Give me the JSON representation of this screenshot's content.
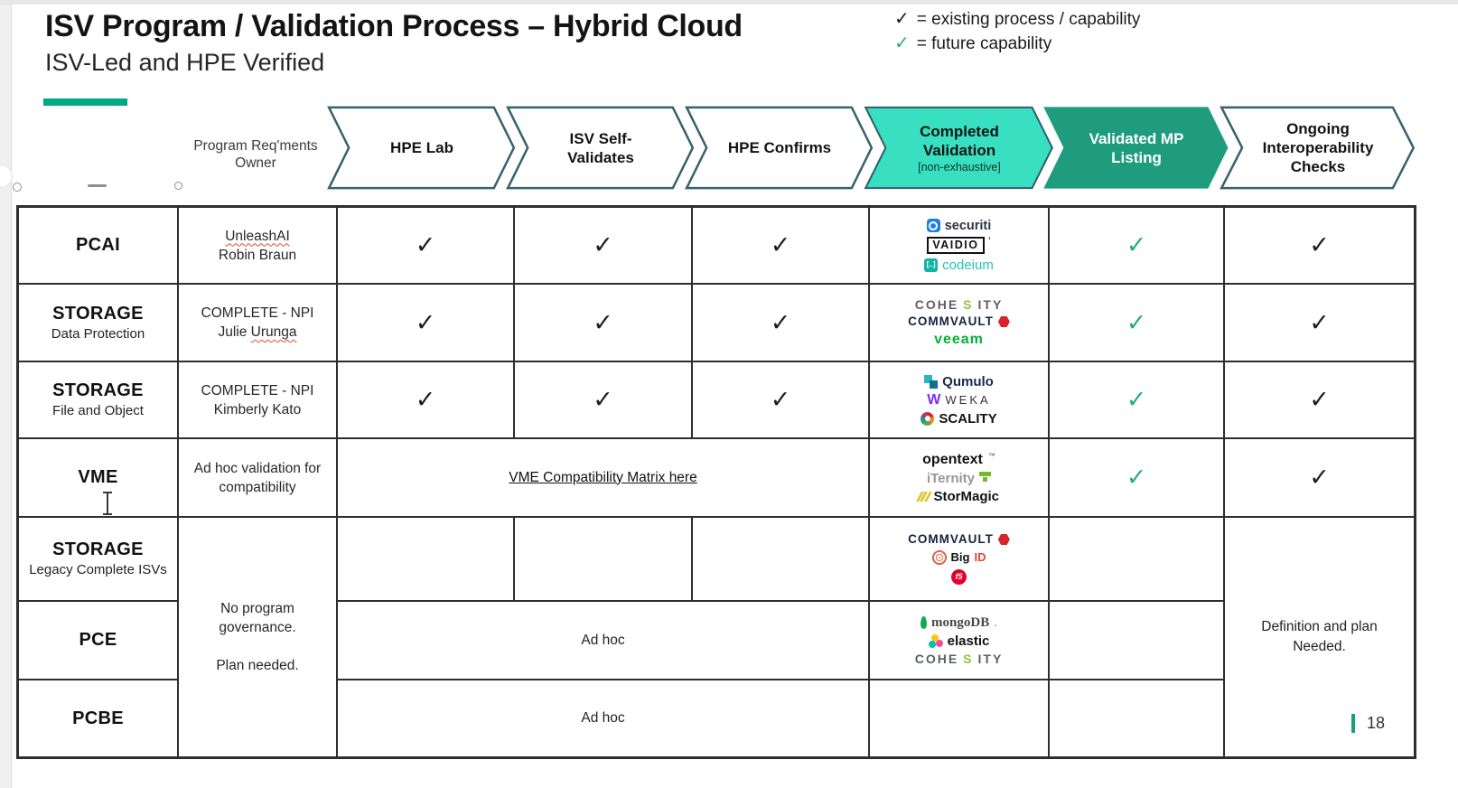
{
  "slide": {
    "title": "ISV Program / Validation Process – Hybrid Cloud",
    "subtitle": "ISV-Led and HPE Verified",
    "page_number": "18"
  },
  "colors": {
    "accent_green": "#01a982",
    "chevron_outline": "#37616d",
    "chevron_aqua_fill": "#38e0c1",
    "chevron_teal_fill": "#1f9c7e",
    "check_existing": "#1c1c1c",
    "check_future": "#2aab85"
  },
  "legend": {
    "check_glyph": "✓",
    "existing_label": "= existing process / capability",
    "future_label": "= future capability"
  },
  "process": {
    "owner_header": "Program Req'ments\nOwner",
    "steps": [
      {
        "label": "HPE Lab",
        "sub": ""
      },
      {
        "label": "ISV Self-\nValidates",
        "sub": ""
      },
      {
        "label": "HPE Confirms",
        "sub": ""
      },
      {
        "label": "Completed\nValidation",
        "sub": "[non-exhaustive]"
      },
      {
        "label": "Validated MP\nListing",
        "sub": ""
      },
      {
        "label": "Ongoing\nInteroperability\nChecks",
        "sub": ""
      }
    ]
  },
  "table": {
    "check_glyph": "✓",
    "rows": [
      {
        "category": "PCAI",
        "category_sub": "",
        "owner_line1": "UnleashAI",
        "owner_line2": "Robin Braun"
      },
      {
        "category": "STORAGE",
        "category_sub": "Data Protection",
        "owner_line1": "COMPLETE - NPI",
        "owner_line2a": "Julie",
        "owner_line2b": "Urunga"
      },
      {
        "category": "STORAGE",
        "category_sub": "File and Object",
        "owner_line1": "COMPLETE - NPI",
        "owner_line2": "Kimberly Kato"
      },
      {
        "category": "VME",
        "owner_text": "Ad hoc validation for compatibility",
        "link_text": "VME Compatibility Matrix here"
      },
      {
        "category": "STORAGE",
        "category_sub": "Legacy Complete ISVs"
      },
      {
        "category": "PCE"
      },
      {
        "category": "PCBE"
      }
    ],
    "merged": {
      "owner_no_governance": "No program\ngovernance.\n\nPlan needed.",
      "ad_hoc": "Ad hoc",
      "ongoing_definition": "Definition and plan\nNeeded."
    }
  },
  "logos": {
    "securiti": "securiti",
    "vaidio": "VAIDIO",
    "vaidio_mark": "'",
    "codeium_icon": "[..]",
    "codeium": "codeium",
    "cohesity_pre": "COHE",
    "cohesity_s": "S",
    "cohesity_post": "ITY",
    "commvault": "COMMVAULT",
    "veeam": "veeam",
    "qumulo": "Qumulo",
    "weka_icon_glyph": "W",
    "weka": "WEKA",
    "scality": "SCALITY",
    "opentext": "opentext",
    "opentext_tm": "™",
    "iternity": "iTernity",
    "stormagic": "StorMagic",
    "bigid_big": "Big",
    "bigid_id": "ID",
    "f5": "f5",
    "mongodb": "mongoDB",
    "mongodb_dot": ".",
    "elastic": "elastic"
  }
}
